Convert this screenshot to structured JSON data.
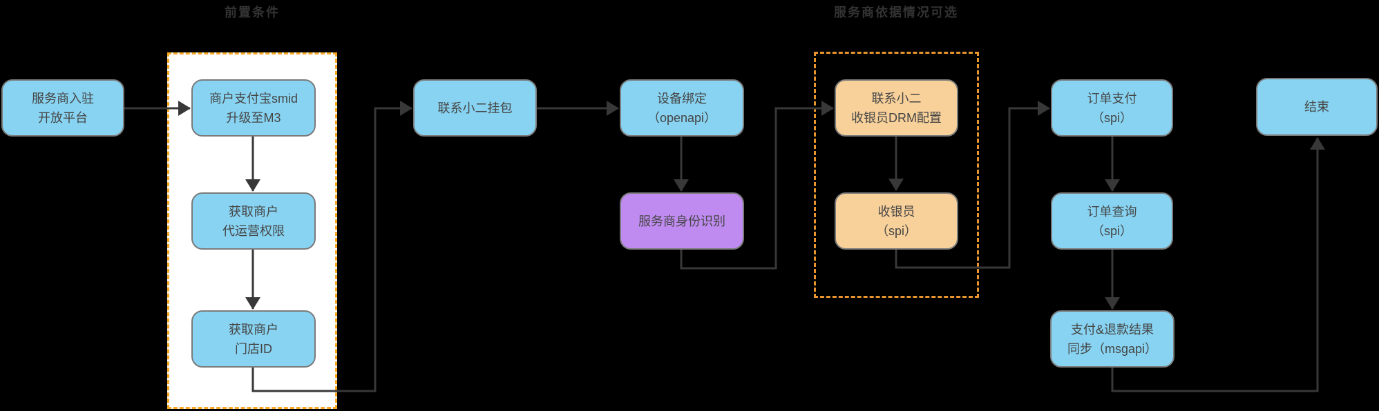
{
  "section_labels": [
    {
      "text": "前置条件"
    },
    {
      "text": "服务商依据情况可选"
    }
  ],
  "palette": {
    "background": "#000000",
    "node_blue_fill": "#87D3F1",
    "node_purple_fill": "#BF8BF0",
    "node_orange_fill": "#F7D09A",
    "node_border": "#7B7B7B",
    "node_text": "#464646",
    "group1_dash_border": "#F9A825",
    "group1_fill": "#FFFFFF",
    "group2_dash_border": "#E8952F",
    "connector": "#383838",
    "section_label_text": "#333333"
  },
  "nodes": [
    {
      "id": "onboard",
      "line1": "服务商入驻",
      "line2": "开放平台"
    },
    {
      "id": "smid-upgrade",
      "line1": "商户支付宝smid",
      "line2": "升级至M3"
    },
    {
      "id": "agent-permission",
      "line1": "获取商户",
      "line2": "代运营权限"
    },
    {
      "id": "store-id",
      "line1": "获取商户",
      "line2": "门店ID"
    },
    {
      "id": "contact-package",
      "line1": "联系小二挂包"
    },
    {
      "id": "device-bind",
      "line1": "设备绑定",
      "line2": "（openapi）"
    },
    {
      "id": "provider-identity",
      "line1": "服务商身份识别"
    },
    {
      "id": "contact-drm",
      "line1": "联系小二",
      "line2": "收银员DRM配置"
    },
    {
      "id": "cashier",
      "line1": "收银员",
      "line2": "（spi）"
    },
    {
      "id": "order-pay",
      "line1": "订单支付",
      "line2": "（spi）"
    },
    {
      "id": "order-query",
      "line1": "订单查询",
      "line2": "（spi）"
    },
    {
      "id": "pay-refund-sync",
      "line1": "支付&退款结果",
      "line2": "同步（msgapi）"
    },
    {
      "id": "end",
      "line1": "结束"
    }
  ]
}
